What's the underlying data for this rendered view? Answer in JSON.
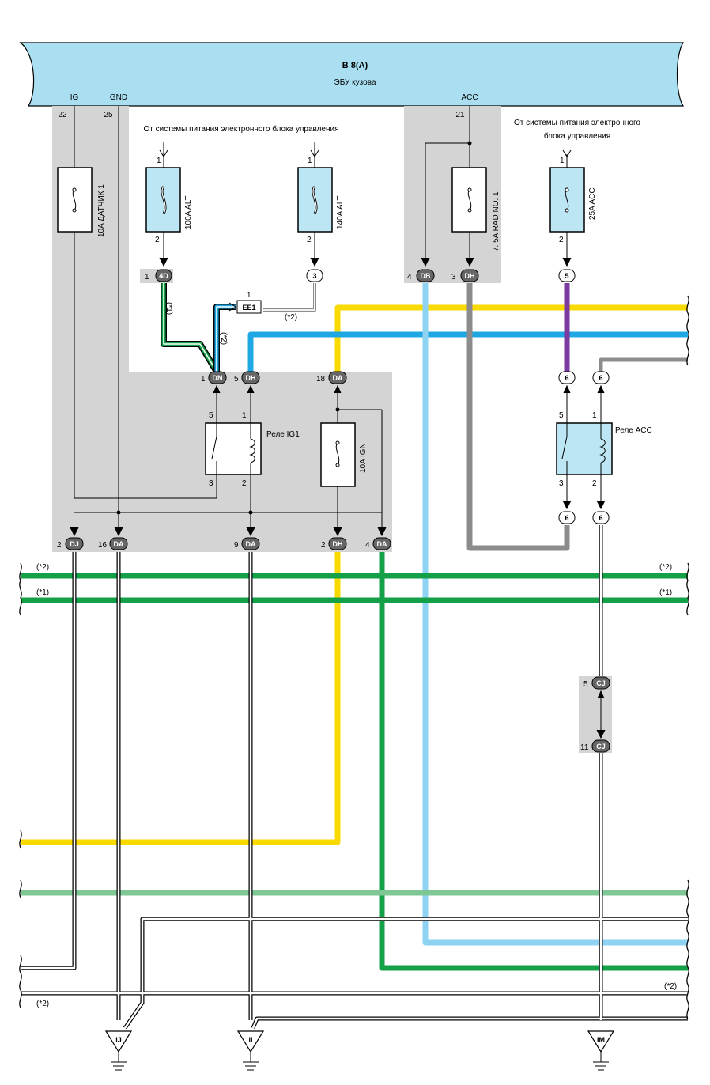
{
  "ecu": {
    "id": "B 8(A)",
    "name": "ЭБУ кузова",
    "pins": {
      "ig": "IG",
      "gnd": "GND",
      "acc": "ACC"
    },
    "pin_numbers": {
      "ig": "22",
      "gnd": "25",
      "acc": "21"
    }
  },
  "notes": {
    "power_source_1": "От системы питания электронного блока управления",
    "power_source_2a": "От системы питания электронного",
    "power_source_2b": "блока управления"
  },
  "fuses": {
    "sensor": "10A ДАТЧИК 1",
    "alt100": "100A ALT",
    "alt140": "140A ALT",
    "rad": "7. 5A RAD NO. 1",
    "acc25": "25A ACC",
    "ign": "10A IGN"
  },
  "relays": {
    "ig1": "Реле IG1",
    "acc": "Реле ACC"
  },
  "marks": {
    "m1": "(*1)",
    "m2": "(*2)"
  },
  "connectors": {
    "c4D": "4D",
    "c3": "3",
    "cEE1": "EE1",
    "cDB": "DB",
    "cDH": "DH",
    "c5": "5",
    "cDN": "DN",
    "cDA": "DA",
    "c6": "6",
    "cDJ": "DJ",
    "cCJ": "CJ"
  },
  "pins": {
    "p1": "1",
    "p2": "2",
    "p3": "3",
    "p4": "4",
    "p5": "5",
    "p9": "9",
    "p11": "11",
    "p16": "16",
    "p18": "18"
  },
  "grounds": {
    "ij": "IJ",
    "ii": "II",
    "im": "IM"
  },
  "colors": {
    "ecu_fill": "#a9dff0",
    "shade": "#d4d4d4",
    "fuse_fill": "#bde6f4",
    "yellow": "#f8d900",
    "blue": "#1ea7e2",
    "light_blue": "#8ed3f2",
    "green": "#14a048",
    "light_green": "#7fc896",
    "purple": "#7a3aa0",
    "gray": "#8c8c8c"
  }
}
